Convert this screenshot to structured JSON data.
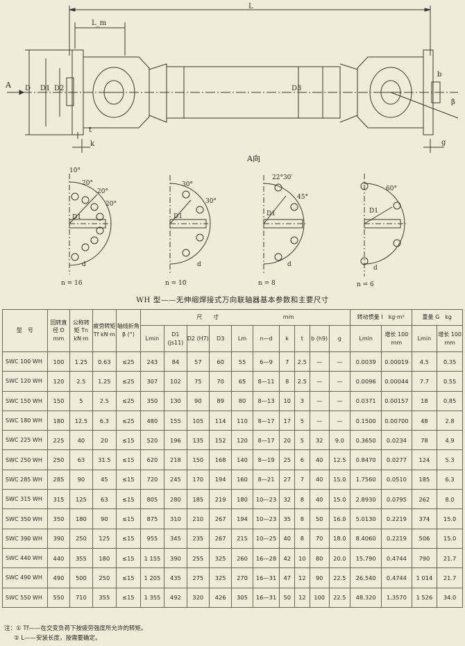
{
  "drawing": {
    "dim_L": "L",
    "dim_Lm": "L_m",
    "label_arrow_A": "A",
    "label_D": "D",
    "label_D1": "D1",
    "label_D2": "D2",
    "label_D3": "D3",
    "label_t": "t",
    "label_k": "k",
    "label_b": "b",
    "label_beta": "β",
    "label_g": "g",
    "view_label": "A向",
    "flange_views": [
      {
        "n_label": "n = 16",
        "angles": [
          "10°",
          "20°",
          "20°",
          "20°"
        ],
        "d_label": "d",
        "d1_label": "D1"
      },
      {
        "n_label": "n = 10",
        "angles": [
          "30°",
          "30°"
        ],
        "d_label": "d",
        "d1_label": "D1"
      },
      {
        "n_label": "n = 8",
        "angles": [
          "22°30′",
          "45°"
        ],
        "d_label": "d",
        "d1_label": "D1"
      },
      {
        "n_label": "n = 6",
        "angles": [
          "60°"
        ],
        "d_label": "d",
        "d1_label": "D1"
      }
    ]
  },
  "table_title": "WH 型——无伸缩焊接式万向联轴器基本参数和主要尺寸",
  "table": {
    "header": {
      "model": "型　号",
      "rotation_d": "回转直径 D mm",
      "nominal_torque": "公称转矩 Tn kN·m",
      "fatigue_torque": "疲劳转矩 Tf kN·m",
      "axis_angle": "轴线折角 β (°)",
      "dimensions_group": "尺　　寸",
      "dimensions_unit": "mm",
      "inertia_group": "转动惯量 I　kg·m²",
      "weight_group": "重量 G　kg",
      "dim_cols": [
        "Lmin",
        "D1 (js11)",
        "D2 (H7)",
        "D3",
        "Lm",
        "n—d",
        "k",
        "t",
        "b (h9)",
        "g"
      ],
      "inertia_cols": [
        "Lmin",
        "增长 100 mm"
      ],
      "weight_cols": [
        "Lmin",
        "增长 100 mm"
      ]
    },
    "rows": [
      [
        "SWC 100 WH",
        "100",
        "1.25",
        "0.63",
        "≤25",
        "243",
        "84",
        "57",
        "60",
        "55",
        "6—9",
        "7",
        "2.5",
        "—",
        "—",
        "0.0039",
        "0.00019",
        "4.5",
        "0.35"
      ],
      [
        "SWC 120 WH",
        "120",
        "2.5",
        "1.25",
        "≤25",
        "307",
        "102",
        "75",
        "70",
        "65",
        "8—11",
        "8",
        "2.5",
        "—",
        "—",
        "0.0096",
        "0.00044",
        "7.7",
        "0.55"
      ],
      [
        "SWC 150 WH",
        "150",
        "5",
        "2.5",
        "≤25",
        "350",
        "130",
        "90",
        "89",
        "80",
        "8—13",
        "10",
        "3",
        "—",
        "—",
        "0.0371",
        "0.00157",
        "18",
        "0.85"
      ],
      [
        "SWC 180 WH",
        "180",
        "12.5",
        "6.3",
        "≤25",
        "480",
        "155",
        "105",
        "114",
        "110",
        "8—17",
        "17",
        "5",
        "—",
        "—",
        "0.1500",
        "0.00700",
        "48",
        "2.8"
      ],
      [
        "SWC 225 WH",
        "225",
        "40",
        "20",
        "≤15",
        "520",
        "196",
        "135",
        "152",
        "120",
        "8—17",
        "20",
        "5",
        "32",
        "9.0",
        "0.3650",
        "0.0234",
        "78",
        "4.9"
      ],
      [
        "SWC 250 WH",
        "250",
        "63",
        "31.5",
        "≤15",
        "620",
        "218",
        "150",
        "168",
        "140",
        "8—19",
        "25",
        "6",
        "40",
        "12.5",
        "0.8470",
        "0.0277",
        "124",
        "5.3"
      ],
      [
        "SWC 285 WH",
        "285",
        "90",
        "45",
        "≤15",
        "720",
        "245",
        "170",
        "194",
        "160",
        "8—21",
        "27",
        "7",
        "40",
        "15.0",
        "1.7560",
        "0.0510",
        "185",
        "6.3"
      ],
      [
        "SWC 315 WH",
        "315",
        "125",
        "63",
        "≤15",
        "805",
        "280",
        "185",
        "219",
        "180",
        "10—23",
        "32",
        "8",
        "40",
        "15.0",
        "2.8930",
        "0.0795",
        "262",
        "8.0"
      ],
      [
        "SWC 350 WH",
        "350",
        "180",
        "90",
        "≤15",
        "875",
        "310",
        "210",
        "267",
        "194",
        "10—23",
        "35",
        "8",
        "50",
        "16.0",
        "5.0130",
        "0.2219",
        "374",
        "15.0"
      ],
      [
        "SWC 390 WH",
        "390",
        "250",
        "125",
        "≤15",
        "955",
        "345",
        "235",
        "267",
        "215",
        "10—25",
        "40",
        "8",
        "70",
        "18.0",
        "8.4060",
        "0.2219",
        "506",
        "15.0"
      ],
      [
        "SWC 440 WH",
        "440",
        "355",
        "180",
        "≤15",
        "1 155",
        "390",
        "255",
        "325",
        "260",
        "16—28",
        "42",
        "10",
        "80",
        "20.0",
        "15.790",
        "0.4744",
        "790",
        "21.7"
      ],
      [
        "SWC 490 WH",
        "490",
        "500",
        "250",
        "≤15",
        "1 205",
        "435",
        "275",
        "325",
        "270",
        "16—31",
        "47",
        "12",
        "90",
        "22.5",
        "26.540",
        "0.4744",
        "1 014",
        "21.7"
      ],
      [
        "SWC 550 WH",
        "550",
        "710",
        "355",
        "≤15",
        "1 355",
        "492",
        "320",
        "426",
        "305",
        "16—31",
        "50",
        "12",
        "100",
        "22.5",
        "48.320",
        "1.3570",
        "1 526",
        "34.0"
      ]
    ]
  },
  "notes": [
    "注：① Tf——在交变负荷下按疲劳强度所允许的转矩。",
    "② L——安装长度，按需要确定。"
  ]
}
